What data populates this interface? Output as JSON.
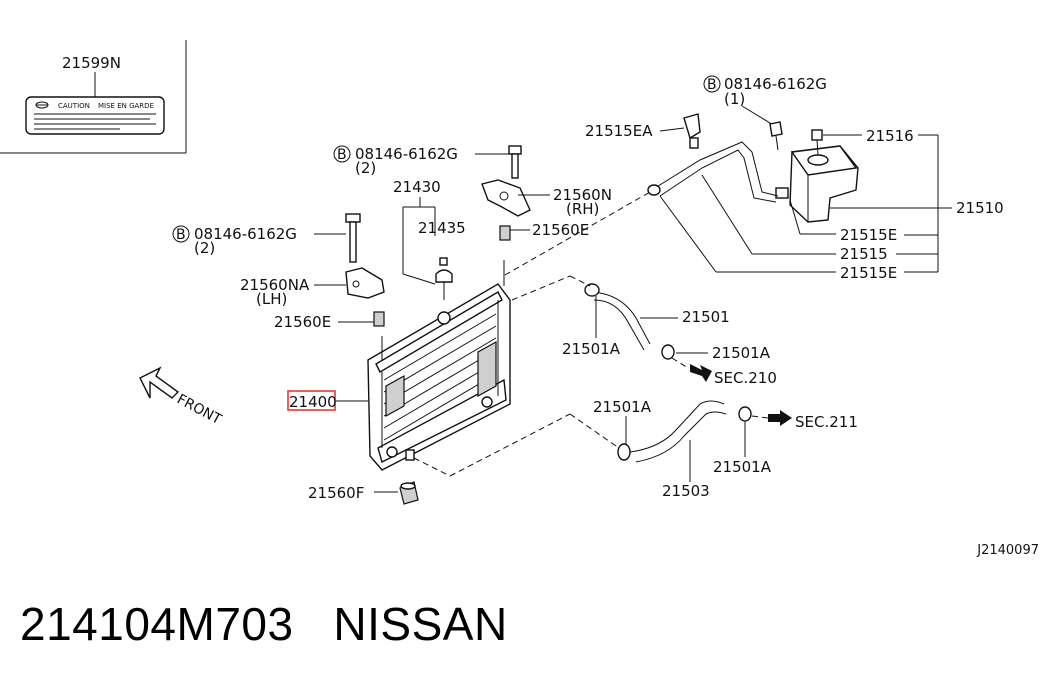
{
  "title": {
    "part_number": "214104M703",
    "brand": "NISSAN"
  },
  "diagram_ref": "J2140097",
  "callouts": {
    "label_21599n": "21599N",
    "caution_label": "CAUTION",
    "caution_french": "MISE EN GARDE",
    "bolt_top_right": "08146-6162G",
    "bolt_top_right_qty": "(1)",
    "bolt_upper_mid": "08146-6162G",
    "bolt_upper_mid_qty": "(2)",
    "bolt_left": "08146-6162G",
    "bolt_left_qty": "(2)",
    "bolt_marker": "B",
    "p21515ea": "21515EA",
    "p21516": "21516",
    "p21510": "21510",
    "p21515e_a": "21515E",
    "p21515": "21515",
    "p21515e_b": "21515E",
    "p21430": "21430",
    "p21435": "21435",
    "p21560n": "21560N",
    "p21560n_side": "(RH)",
    "p21560e_right": "21560E",
    "p21560na": "21560NA",
    "p21560na_side": "(LH)",
    "p21560e_left": "21560E",
    "p21400": "21400",
    "p21501": "21501",
    "p21501a_1": "21501A",
    "p21501a_2": "21501A",
    "sec210": "SEC.210",
    "p21501a_3": "21501A",
    "p21501a_4": "21501A",
    "sec211": "SEC.211",
    "p21503": "21503",
    "p21560f": "21560F",
    "front": "FRONT"
  },
  "colors": {
    "highlight": "#e8392f",
    "ink": "#111111"
  }
}
